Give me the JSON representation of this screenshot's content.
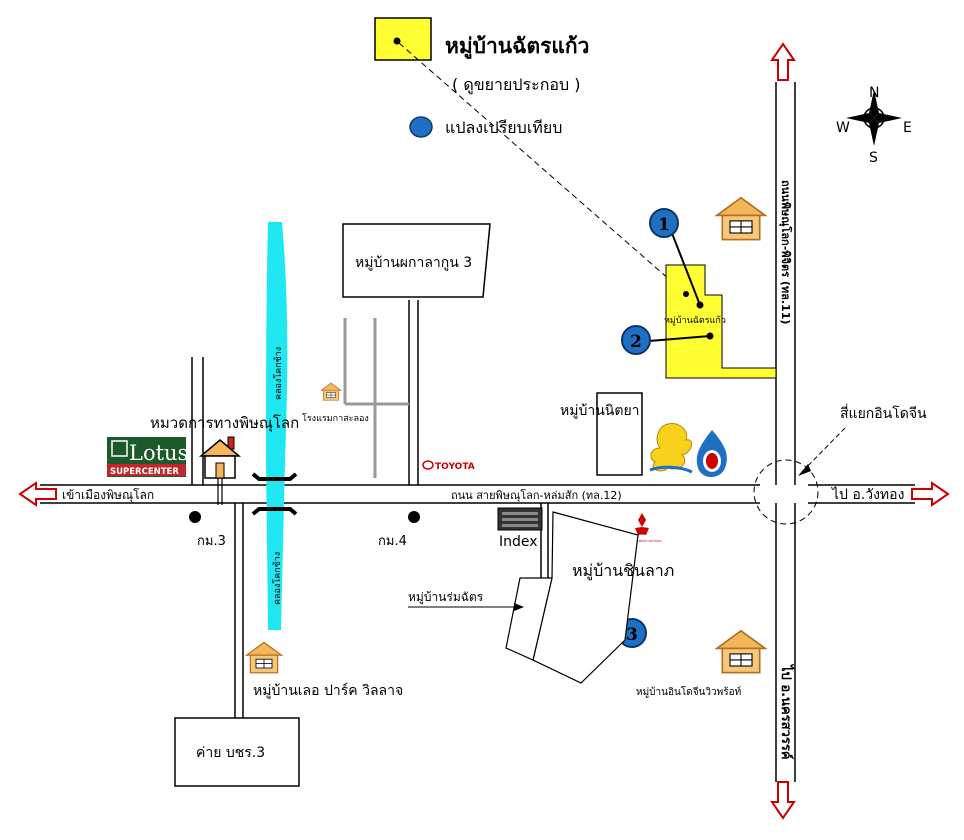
{
  "legend": {
    "project_name": "หมู่บ้านฉัตรแก้ว",
    "project_note": "( ดูขยายประกอบ )",
    "compare_label": "แปลงเปรียบเทียบ"
  },
  "compass": {
    "n": "N",
    "s": "S",
    "e": "E",
    "w": "W"
  },
  "roads": {
    "main_road": "ถนน สายพิษณุโลก-หล่มสัก (ทล.12)",
    "to_city": "เข้าเมืองพิษณุโลก",
    "to_wangthong": "ไป อ.วังทอง",
    "to_nakhonsawan": "ไป อ.นครสวรรค์",
    "vertical_road": "ถนนพิษณุโลก-พิจิตร (ทล.11)",
    "intersection": "สี่แยกอินโดจีน"
  },
  "canal": {
    "label_top": "คลองโคกช้าง",
    "label_bottom": "คลองโคกช้าง"
  },
  "places": {
    "pakkakun": "หมู่บ้านผกาลากูน 3",
    "hotel": "โรงแรมกาสะลอง",
    "highways": "หมวดการทางพิษณุโลก",
    "nittaya": "หมู่บ้านนิตยา",
    "chatkaew_small": "หมู่บ้านฉัตรแก้ว",
    "km3": "กม.3",
    "km4": "กม.4",
    "index": "Index",
    "chinlap": "หมู่บ้านชินลาภ",
    "romchat": "หมู่บ้านร่มฉัตร",
    "laor": "หมู่บ้านเลอ ปาร์ค วิลลาจ",
    "camp": "ค่าย บชร.3",
    "indochine_view": "หมู่บ้านอินโดจีนวิวพร้อท์"
  },
  "brands": {
    "lotus_main": "Lotus",
    "lotus_sub": "SUPERCENTER",
    "toyota": "TOYOTA",
    "mitsubishi": "MITSUBISHI MOTORS"
  },
  "markers": [
    "1",
    "2",
    "3"
  ],
  "colors": {
    "project_yellow": "#FFFF33",
    "marker_blue": "#1F6FC5",
    "canal_cyan": "#1FE8F2",
    "arrow_red": "#CC0000",
    "house_orange": "#F5B55A"
  }
}
